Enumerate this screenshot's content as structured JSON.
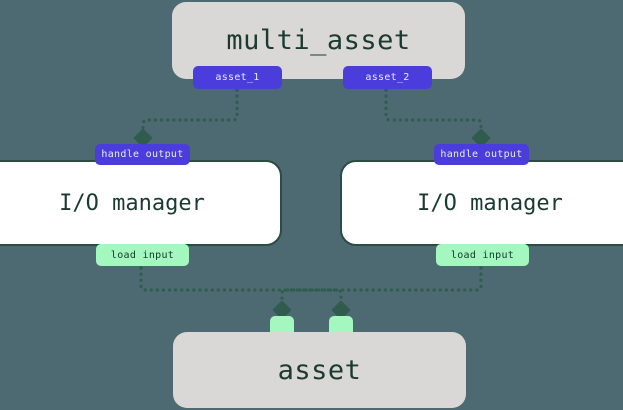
{
  "diagram": {
    "type": "dataflow-graph",
    "background_color": "#4d6a72",
    "edge_color": "#2f5c4d",
    "edge_style": "dotted",
    "arrowhead": "diamond",
    "nodes": {
      "multi_asset": {
        "label": "multi_asset",
        "kind": "asset-group",
        "fill": "#d9d8d6",
        "text_color": "#1b3a32"
      },
      "io_manager_left": {
        "label": "I/O manager",
        "kind": "io-manager",
        "fill": "#ffffff",
        "border": "#2b4c43"
      },
      "io_manager_right": {
        "label": "I/O manager",
        "kind": "io-manager",
        "fill": "#ffffff",
        "border": "#2b4c43"
      },
      "asset": {
        "label": "asset",
        "kind": "asset",
        "fill": "#d9d8d6",
        "text_color": "#1b3a32"
      }
    },
    "badges": {
      "asset_1": {
        "label": "asset_1",
        "color": "#4b3ddb"
      },
      "asset_2": {
        "label": "asset_2",
        "color": "#4b3ddb"
      },
      "handle_output_left": {
        "label": "handle output",
        "color": "#4b3ddb"
      },
      "handle_output_right": {
        "label": "handle output",
        "color": "#4b3ddb"
      },
      "load_input_left": {
        "label": "load input",
        "color": "#a5f7c0"
      },
      "load_input_right": {
        "label": "load input",
        "color": "#a5f7c0"
      },
      "asset_input_1": {
        "label": "",
        "color": "#a5f7c0"
      },
      "asset_input_2": {
        "label": "",
        "color": "#a5f7c0"
      }
    },
    "edges": [
      {
        "from": "asset_1",
        "to": "handle_output_left"
      },
      {
        "from": "asset_2",
        "to": "handle_output_right"
      },
      {
        "from": "load_input_left",
        "to": "asset_input_2"
      },
      {
        "from": "load_input_right",
        "to": "asset_input_1"
      }
    ]
  }
}
